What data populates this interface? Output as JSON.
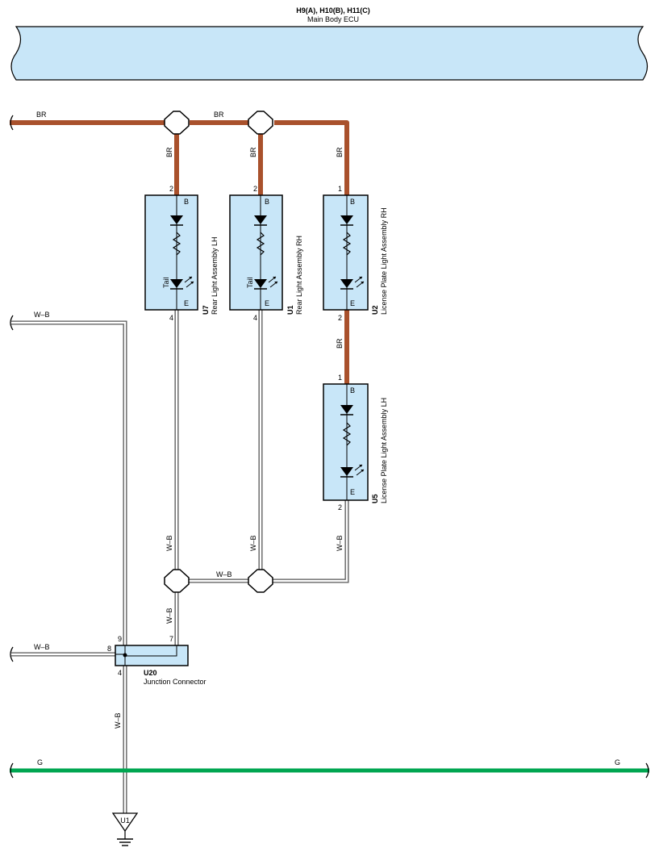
{
  "ecu": {
    "connectors": "H9(A), H10(B), H11(C)",
    "name": "Main Body ECU"
  },
  "colors": {
    "br_wire": "#a9512c",
    "g_wire": "#00a651",
    "component_fill": "#c8e6f8",
    "wb_wire_fill": "#ffffff"
  },
  "wires": {
    "br": "BR",
    "wb": "W–B",
    "g": "G"
  },
  "components": [
    {
      "id": "U7",
      "name": "Rear Light Assembly LH",
      "pin_top": "2",
      "pin_bottom": "4",
      "term_top": "B",
      "term_bottom": "E",
      "lamp_label": "Tail"
    },
    {
      "id": "U1",
      "name": "Rear Light Assembly RH",
      "pin_top": "2",
      "pin_bottom": "4",
      "term_top": "B",
      "term_bottom": "E",
      "lamp_label": "Tail"
    },
    {
      "id": "U2",
      "name": "License Plate Light Assembly RH",
      "pin_top": "1",
      "pin_bottom": "2",
      "term_top": "B",
      "term_bottom": "E"
    },
    {
      "id": "U5",
      "name": "License Plate Light Assembly LH",
      "pin_top": "1",
      "pin_bottom": "2",
      "term_top": "B",
      "term_bottom": "E"
    }
  ],
  "junction": {
    "id": "U20",
    "name": "Junction Connector",
    "pins": [
      "9",
      "8",
      "7",
      "4"
    ]
  },
  "ground": {
    "id": "U1"
  }
}
